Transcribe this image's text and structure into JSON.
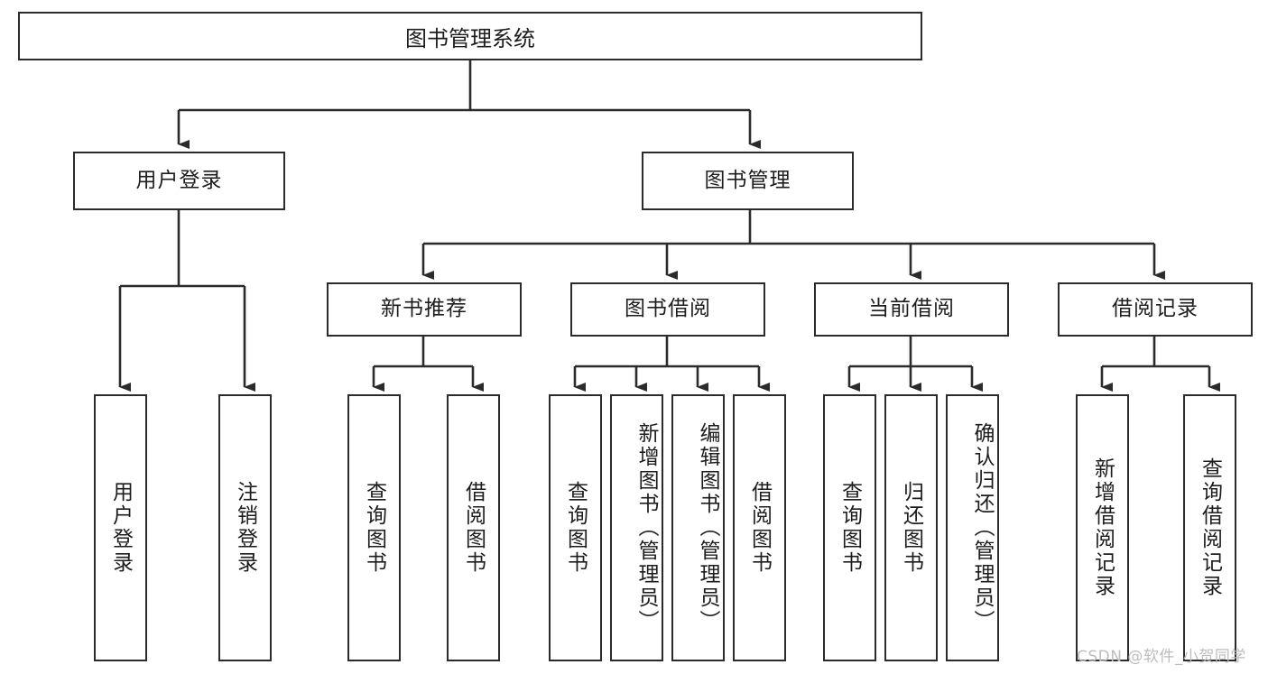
{
  "diagram": {
    "type": "hierarchy-tree",
    "title": "图书管理系统",
    "levels": 4,
    "root": {
      "id": "root",
      "label": "图书管理系统"
    },
    "level2": [
      {
        "id": "user-login",
        "label": "用户登录"
      },
      {
        "id": "book-management",
        "label": "图书管理"
      }
    ],
    "level3": [
      {
        "id": "new-book-recommend",
        "label": "新书推荐",
        "parent": "book-management"
      },
      {
        "id": "book-borrow",
        "label": "图书借阅",
        "parent": "book-management"
      },
      {
        "id": "current-borrow",
        "label": "当前借阅",
        "parent": "book-management"
      },
      {
        "id": "borrow-record",
        "label": "借阅记录",
        "parent": "book-management"
      }
    ],
    "leaves": {
      "user_login": [
        {
          "id": "leaf-user-login",
          "label": "用户登录"
        },
        {
          "id": "leaf-user-logout",
          "label": "注销登录"
        }
      ],
      "new_book_recommend": [
        {
          "id": "leaf-query-book-1",
          "label": "查询图书"
        },
        {
          "id": "leaf-borrow-book-1",
          "label": "借阅图书"
        }
      ],
      "book_borrow": [
        {
          "id": "leaf-query-book-2",
          "label": "查询图书"
        },
        {
          "id": "leaf-add-book",
          "label": "新增图书（管理员）"
        },
        {
          "id": "leaf-edit-book",
          "label": "编辑图书（管理员）"
        },
        {
          "id": "leaf-borrow-book-2",
          "label": "借阅图书"
        }
      ],
      "current_borrow": [
        {
          "id": "leaf-query-book-3",
          "label": "查询图书"
        },
        {
          "id": "leaf-return-book",
          "label": "归还图书"
        },
        {
          "id": "leaf-confirm-return",
          "label": "确认归还（管理员）"
        }
      ],
      "borrow_record": [
        {
          "id": "leaf-add-record",
          "label": "新增借阅记录"
        },
        {
          "id": "leaf-query-record",
          "label": "查询借阅记录"
        }
      ]
    }
  },
  "watermark": {
    "text": "CSDN @软件_小贺同学"
  },
  "colors": {
    "stroke": "#2b2b2b",
    "fill": "#ffffff",
    "text": "#1d1d1d",
    "watermark": "#bdbdbd"
  }
}
